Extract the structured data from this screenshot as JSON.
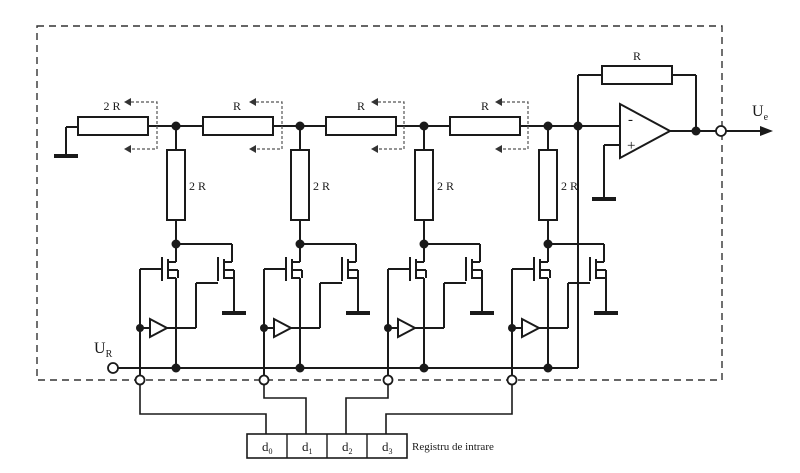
{
  "resistor_labels": {
    "ladder": [
      "2 R",
      "R",
      "R",
      "R"
    ],
    "legs": [
      "2 R",
      "2 R",
      "2 R",
      "2 R"
    ],
    "feedback": "R"
  },
  "opamp": {
    "minus": "-",
    "plus": "+"
  },
  "output_label": {
    "main": "U",
    "sub": "e"
  },
  "ref_label": {
    "main": "U",
    "sub": "R"
  },
  "register": {
    "cells": [
      {
        "main": "d",
        "sub": "0"
      },
      {
        "main": "d",
        "sub": "1"
      },
      {
        "main": "d",
        "sub": "2"
      },
      {
        "main": "d",
        "sub": "3"
      }
    ],
    "caption": "Registru de intrare"
  },
  "colors": {
    "line": "#1a1a1a",
    "dashed": "#555555",
    "background": "#ffffff"
  }
}
